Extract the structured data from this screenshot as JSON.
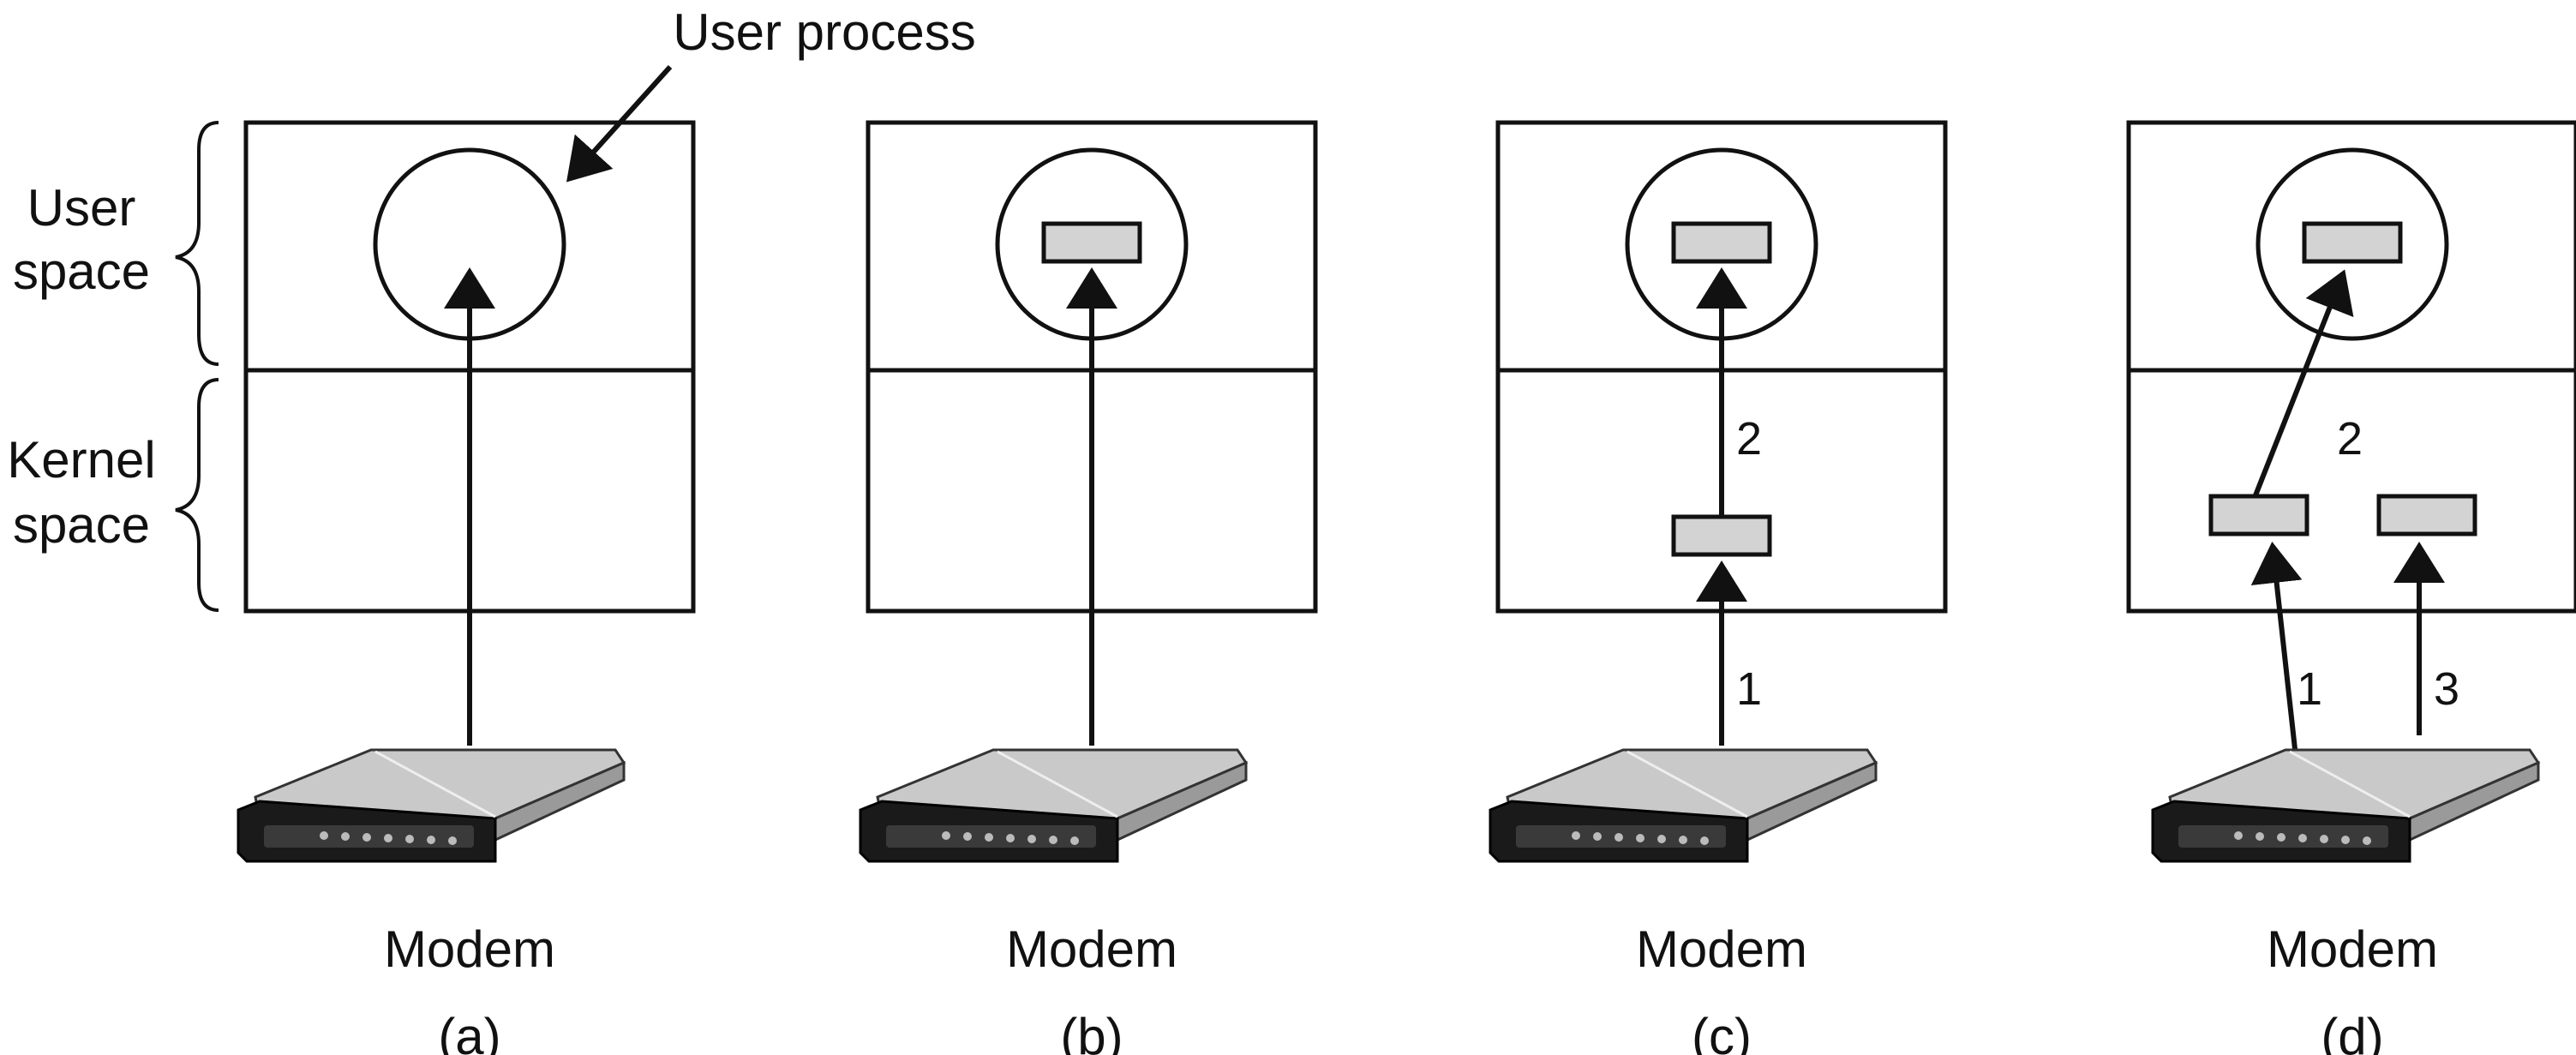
{
  "labels": {
    "user_process": "User process",
    "user_space_line1": "User",
    "user_space_line2": "space",
    "kernel_space_line1": "Kernel",
    "kernel_space_line2": "space"
  },
  "panels": [
    {
      "modem": "Modem",
      "caption": "(a)"
    },
    {
      "modem": "Modem",
      "caption": "(b)"
    },
    {
      "modem": "Modem",
      "caption": "(c)",
      "step1": "1",
      "step2": "2"
    },
    {
      "modem": "Modem",
      "caption": "(d)",
      "step1": "1",
      "step2": "2",
      "step3": "3"
    }
  ],
  "colors": {
    "buffer_fill": "#d3d3d3",
    "stroke": "#111111",
    "modem_body": "#b8b8b8",
    "modem_front": "#1a1a1a"
  }
}
